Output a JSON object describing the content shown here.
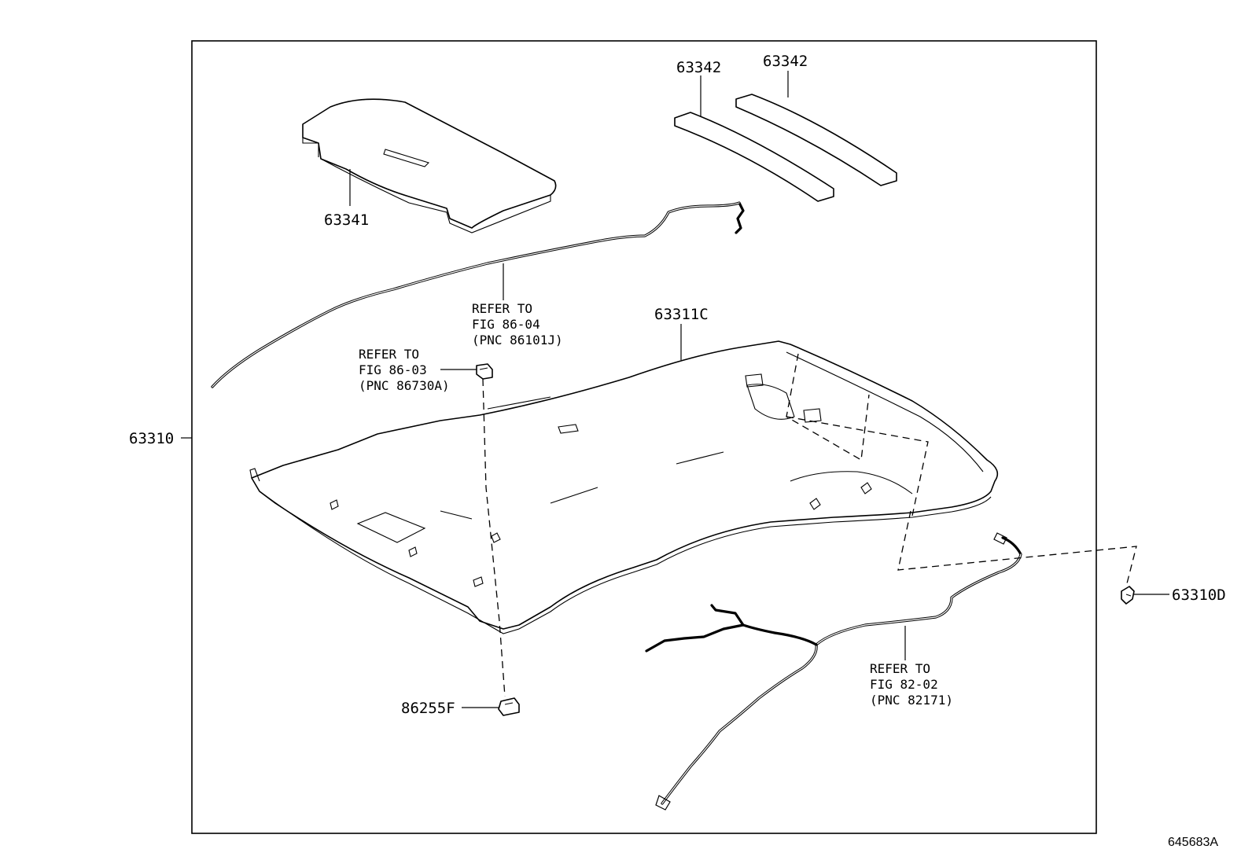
{
  "diagram_id": "645683A",
  "parts": {
    "assembly": "63310",
    "headliner": "63311C",
    "pad_front": "63341",
    "pad_strip_left": "63342",
    "pad_strip_right": "63342",
    "clip_right": "63310D",
    "holder": "86255F"
  },
  "references": {
    "wire_top": [
      "REFER TO",
      "FIG 86-04",
      "(PNC 86101J)"
    ],
    "clip_left": [
      "REFER TO",
      "FIG 86-03",
      "(PNC 86730A)"
    ],
    "wire_bottom": [
      "REFER TO",
      "FIG 82-02",
      "(PNC 82171)"
    ]
  }
}
